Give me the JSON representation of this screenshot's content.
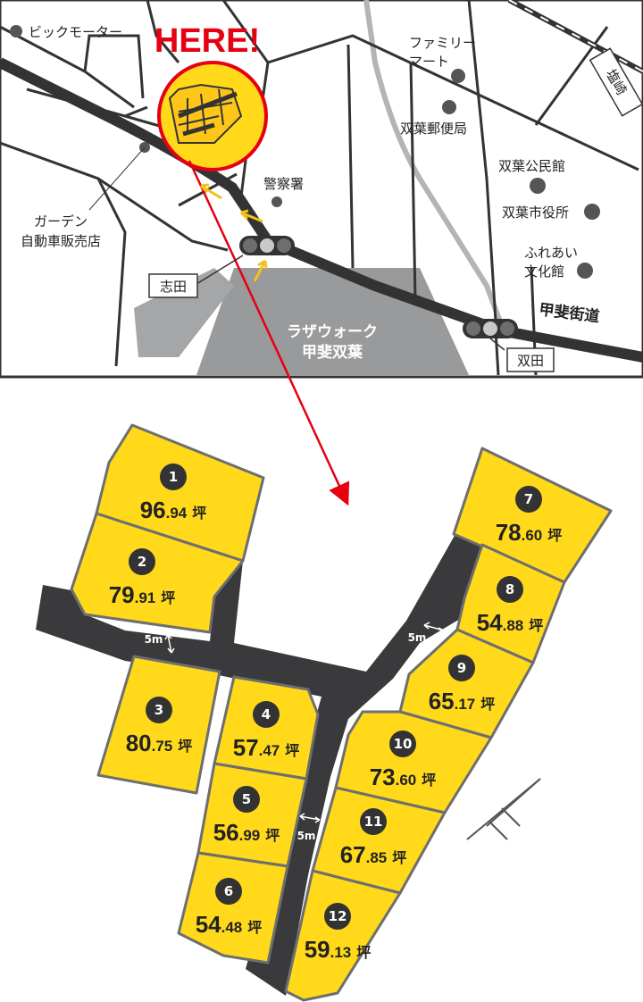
{
  "map": {
    "here_label": "HERE!",
    "places": {
      "bic_motor": "ビックモーター",
      "familymart_1": "ファミリー",
      "familymart_2": "マート",
      "post_office": "双葉郵便局",
      "police": "警察署",
      "community_hall": "双葉公民館",
      "city_office": "双葉市役所",
      "culture_1": "ふれあい",
      "culture_2": "文化館",
      "garden_1": "ガーデン",
      "garden_2": "自動車販売店",
      "mall_1": "ラザウォーク",
      "mall_2": "甲斐双葉"
    },
    "road_name": "甲斐街道",
    "intersections": {
      "shida": "志田",
      "futaba": "双田"
    },
    "station": "塩崎",
    "colors": {
      "here": "#e60012",
      "lot": "#ffd91a",
      "road": "#3a3a3c"
    }
  },
  "plan": {
    "unit": "坪",
    "road_width": "5m",
    "lots": [
      {
        "number": "1",
        "int": "96",
        "dec": ".94"
      },
      {
        "number": "2",
        "int": "79",
        "dec": ".91"
      },
      {
        "number": "3",
        "int": "80",
        "dec": ".75"
      },
      {
        "number": "4",
        "int": "57",
        "dec": ".47"
      },
      {
        "number": "5",
        "int": "56",
        "dec": ".99"
      },
      {
        "number": "6",
        "int": "54",
        "dec": ".48"
      },
      {
        "number": "7",
        "int": "78",
        "dec": ".60"
      },
      {
        "number": "8",
        "int": "54",
        "dec": ".88"
      },
      {
        "number": "9",
        "int": "65",
        "dec": ".17"
      },
      {
        "number": "10",
        "int": "73",
        "dec": ".60"
      },
      {
        "number": "11",
        "int": "67",
        "dec": ".85"
      },
      {
        "number": "12",
        "int": "59",
        "dec": ".13"
      }
    ]
  }
}
